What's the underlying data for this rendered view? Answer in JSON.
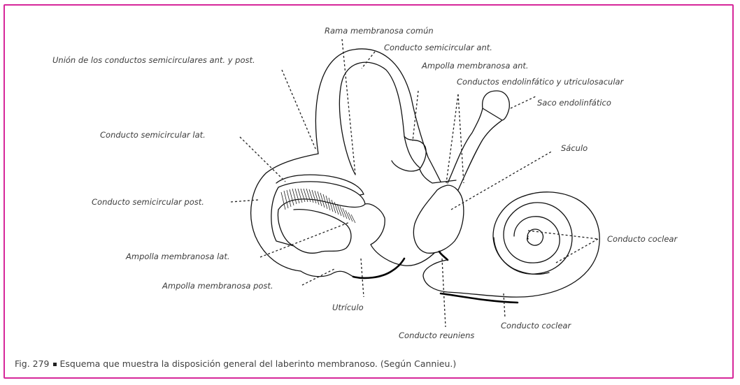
{
  "labels": {
    "rama_comun": "Rama membranosa común",
    "csc_ant": "Conducto semicircular ant.",
    "union": "Unión de los conductos semicirculares ant. y post.",
    "ampolla_ant": "Ampolla membranosa ant.",
    "endolinfatico": "Conductos endolinfático y utriculosacular",
    "saco": "Saco endolinfático",
    "csc_lat": "Conducto semicircular lat.",
    "saculo": "Sáculo",
    "csc_post": "Conducto semicircular post.",
    "coclear_1": "Conducto coclear",
    "ampolla_lat": "Ampolla membranosa lat.",
    "ampolla_post": "Ampolla membranosa post.",
    "utriculo": "Utrículo",
    "coclear_2": "Conducto coclear",
    "reuniens": "Conducto reuniens"
  },
  "caption": {
    "fig": "Fig. 279",
    "text": "Esquema que muestra la disposición general del laberinto membranoso. (Según Cannieu.)"
  },
  "colors": {
    "frame": "#d6279a",
    "caption": "#404040",
    "label": "#3c3c3c"
  }
}
